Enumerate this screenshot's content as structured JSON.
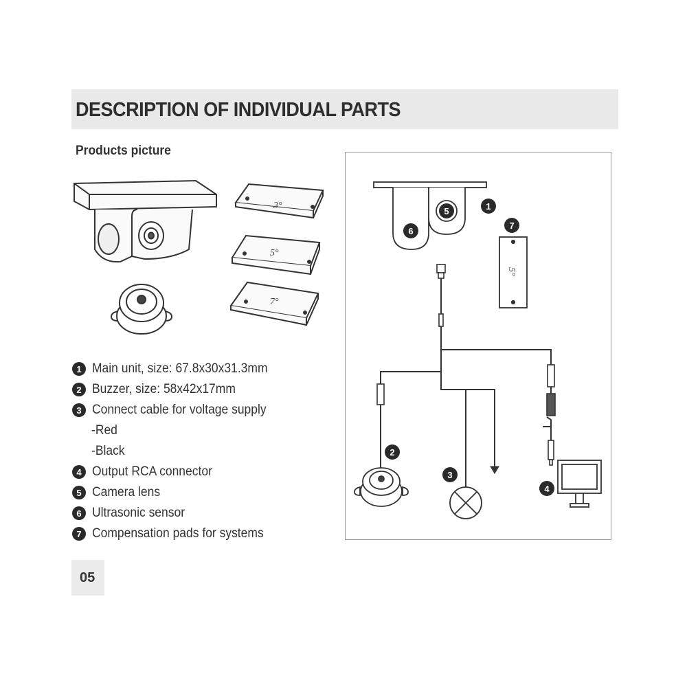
{
  "section_title": "DESCRIPTION OF INDIVIDUAL PARTS",
  "sub_title": "Products picture",
  "pads": [
    "3°",
    "5°",
    "7°"
  ],
  "diagram_pad_label": "5°",
  "parts": [
    {
      "num": "1",
      "text": "Main unit, size: 67.8x30x31.3mm"
    },
    {
      "num": "2",
      "text": "Buzzer, size: 58x42x17mm"
    },
    {
      "num": "3",
      "text": "Connect cable for voltage supply"
    },
    {
      "num": "",
      "text": "-Red"
    },
    {
      "num": "",
      "text": "-Black"
    },
    {
      "num": "4",
      "text": "Output RCA connector"
    },
    {
      "num": "5",
      "text": "Camera lens"
    },
    {
      "num": "6",
      "text": "Ultrasonic sensor"
    },
    {
      "num": "7",
      "text": "Compensation pads for systems"
    }
  ],
  "diagram_badges": {
    "main_unit": "1",
    "buzzer": "2",
    "power": "3",
    "rca": "4",
    "lens": "5",
    "sensor": "6",
    "pad": "7"
  },
  "page_number": "05"
}
